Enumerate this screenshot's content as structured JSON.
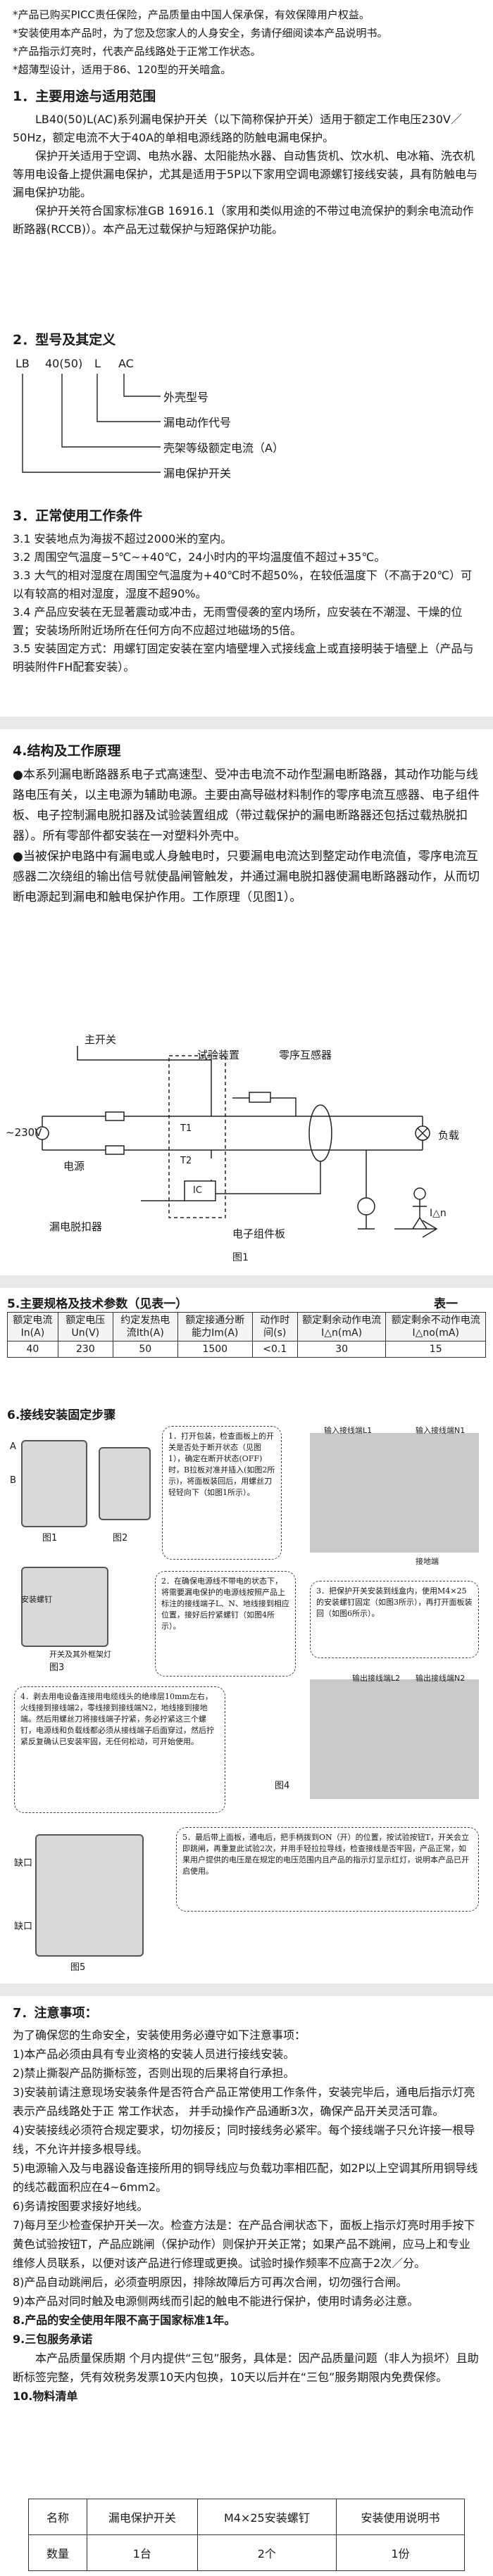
{
  "intro": {
    "lines": [
      "*产品已购买PICC责任保险，产品质量由中国人保承保，有效保障用户权益。",
      "*安装使用本产品时，为了您及您家人的人身安全，务请仔细阅读本产品说明书。",
      "*产品指示灯亮时，代表产品线路处于正常工作状态。",
      "*超薄型设计，适用于86、120型的开关暗盒。"
    ]
  },
  "s1": {
    "title": "1．主要用途与适用范围",
    "paras": [
      "LB40(50)L(AC)系列漏电保护开关（以下简称保护开关）适用于额定工作电压230V／50Hz，额定电流不大于40A的单相电源线路的防触电漏电保护。",
      "保护开关适用于空调、电热水器、太阳能热水器、自动售货机、饮水机、电冰箱、洗衣机等用电设备上提供漏电保护，尤其是适用于5P以下家用空调电源螺钉接线安装，具有防触电与漏电保护功能。",
      "保护开关符合国家标准GB 16916.1（家用和类似用途的不带过电流保护的剩余电流动作断路器(RCCB)）。本产品无过载保护与短路保护功能。"
    ]
  },
  "s2": {
    "title": "2．型号及其定义",
    "code": [
      "LB",
      "40(50)",
      "L",
      "AC"
    ],
    "defs": [
      "外壳型号",
      "漏电动作代号",
      "壳架等级额定电流（A）",
      "漏电保护开关"
    ]
  },
  "s3": {
    "title": "3．正常使用工作条件",
    "items": [
      "3.1 安装地点为海拔不超过2000米的室内。",
      "3.2 周围空气温度−5℃~+40℃，24小时内的平均温度值不超过+35℃。",
      "3.3 大气的相对湿度在周围空气温度为+40℃时不超50%，在较低温度下（不高于20℃）可以有较高的相对湿度，湿度不超90%。",
      "3.4 产品应安装在无显著震动或冲击，无雨雪侵袭的室内场所，应安装在不潮湿、干燥的位置；安装场所附近场所在任何方向不应超过地磁场的5倍。",
      "3.5 安装固定方式：用螺钉固定安装在室内墙壁埋入式接线盒上或直接明装于墙壁上（产品与明装附件FH配套安装）。"
    ]
  },
  "s4": {
    "title": "4.结构及工作原理",
    "paras": [
      "●本系列漏电断路器系电子式高速型、受冲击电流不动作型漏电断路器，其动作功能与线路电压有关，以主电源为辅助电源。主要由高导磁材料制作的零序电流互感器、电子组件板、电子控制漏电脱扣器及试验装置组成（带过载保护的漏电断路器还包括过载热脱扣器）。所有零部件都安装在一对塑料外壳中。",
      "●当被保护电路中有漏电或人身触电时，只要漏电电流达到整定动作电流值，零序电流互感器二次绕组的输出信号就使晶闸管触发，并通过漏电脱扣器使漏电断路器动作，从而切断电源起到漏电和触电保护作用。工作原理（见图1）。"
    ],
    "diagram": {
      "main_switch": "主开关",
      "test_device": "试验装置",
      "zero_ct": "零序互感器",
      "voltage": "~230V",
      "source": "电源",
      "load": "负载",
      "t1": "T1",
      "t2": "T2",
      "ic": "IC",
      "release": "漏电脱扣器",
      "board": "电子组件板",
      "idelta": "I△n",
      "caption": "图1"
    }
  },
  "s5": {
    "title": "5.主要规格及技术参数（见表一）",
    "table_label": "表一",
    "headers": [
      "额定电流In(A)",
      "额定电压Un(V)",
      "约定发热电流Ith(A)",
      "额定接通分断能力Im(A)",
      "动作时间(s)",
      "额定剩余动作电流I△n(mA)",
      "额定剩余不动作电流I△no(mA)"
    ],
    "row": [
      "40",
      "230",
      "50",
      "1500",
      "<0.1",
      "30",
      "15"
    ]
  },
  "s6": {
    "title": "6.接线安装固定步骤",
    "callout1": "1．打开包装，检查面板上的开关是否处于断开状态（见图1），确定在断开状态(OFF)时，B拉板对准并插入(如图2所示)，将面板装回后，用螺丝刀轻轻向下（如图1所示）。",
    "callout2": "2．在确保电源线不带电的状态下，将需要漏电保护的电源线按照产品上标注的接线端子L、N、地线接到相应位置，接好后拧紧螺钉（如图4所示）。",
    "callout3": "3．把保护开关安装到线盒内，使用M4×25的安装螺钉固定（如图3所示），再打开面板装回（如图6所示）。",
    "callout4": "4．剥去用电设备连接用电缆线头的绝缘层10mm左右，火线接到接线端2，零线接到接线端N2，地线接到接地端。然后用螺丝刀将接线端子拧紧，务必拧紧这三个螺钉，电源线和负载线都必须从接线端子后面穿过，然后拧紧反复确认已安装牢固，无任何松动，可开始使用。",
    "callout5": "5．最后带上面板，通电后，把手柄拨到ON（开）的位置，按试验按钮T，开关会立即跳闸，再重复此试验2次，并用手轻拉拉导线，检查接线是否牢固，产品正常，如果用户提供的电压是在规定的电压范围内且产品的指示灯显示红灯，说明本产品已开启使用。",
    "labels": {
      "a": "A",
      "b": "B",
      "f1": "图1",
      "f2": "图2",
      "f3": "图3",
      "f4": "图4",
      "f5": "图5",
      "install_screw": "安装螺钉",
      "cover": "开关及其外框架灯",
      "in_terminal": "输入接线端L1",
      "in_terminal_n": "输入接线端N1",
      "out_terminal": "输出接线端L2",
      "out_terminal_n": "输出接线端N2",
      "ground": "接地端",
      "gap": "缺口",
      "gap2": "缺口"
    }
  },
  "s7": {
    "title": "7．注意事项：",
    "intro": "为了确保您的生命安全，安装使用务必遵守如下注意事项：",
    "items": [
      "1)本产品必须由具有专业资格的安装人员进行接线安装。",
      "2)禁止撕裂产品防撕标签，否则出现的后果将自行承担。",
      "3)安装前请注意现场安装条件是否符合产品正常使用工作条件，安装完毕后，通电后指示灯亮表示产品线路处于正 常工作状态， 并手动操作产品通断3次，确保产品开关灵活可靠。",
      "4)安装接线必须符合规定要求，切勿接反；同时接线务必紧牢。每个接线端子只允许接一根导线，不允许并接多根导线。",
      "5)电源输入及与电器设备连接所用的铜导线应与负载功率相匹配，如2P以上空调其所用铜导线的线芯截面积应在4~6mm2。",
      "6)务请按图要求接好地线。",
      "7)每月至少检查保护开关一次。检查方法是：在产品合闸状态下，面板上指示灯亮时用手按下黄色试验按钮T，产品应跳闸（保护动作）则保护开关正常；如果产品不跳闸，应马上和专业维修人员联系，以便对该产品进行修理或更换。试验时操作频率不应高于2次／分。",
      "8)产品自动跳闸后，必须查明原因，排除故障后方可再次合闸，切勿强行合闸。",
      "9)本产品对同时触及电源侧两线而引起的触电不能进行保护，使用时请务必注意。"
    ],
    "s8": "8.产品的安全使用年限不高于国家标准1年。",
    "s9_title": "9.三包服务承诺",
    "s9_text": "本产品质量保质期 个月内提供“三包”服务，具体是：因产品质量问题（非人为损坏）且助断标签完整，凭有效税务发票10天内包换，10天以后并在“三包”服务期限内免费保修。",
    "s10_title": "10.物料清单",
    "table": {
      "header": [
        "名称",
        "漏电保护开关",
        "M4×25安装螺钉",
        "安装使用说明书"
      ],
      "row": [
        "数量",
        "1台",
        "2个",
        "1份"
      ]
    }
  }
}
